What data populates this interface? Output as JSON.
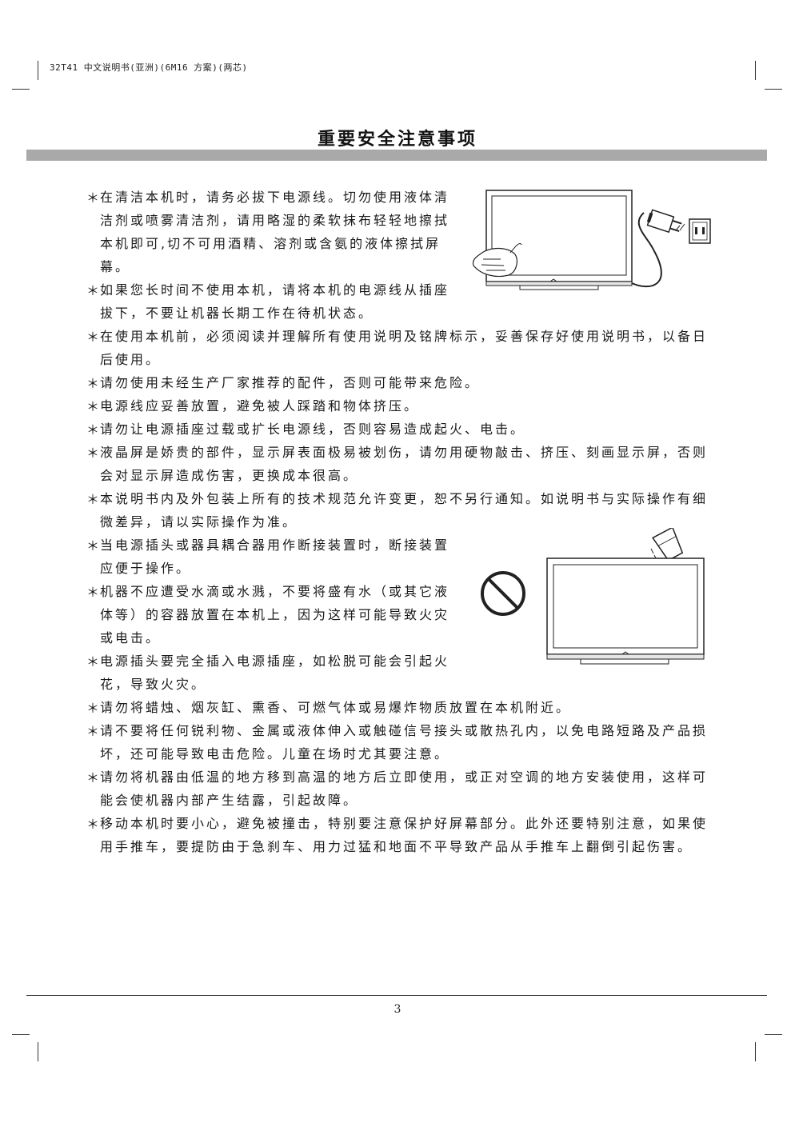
{
  "header": {
    "doc_label": "32T41 中文说明书(亚洲)(6M16 方案)(两芯)"
  },
  "page_title": "重要安全注意事项",
  "bullet": "＊",
  "items": [
    "在清洁本机时，请务必拔下电源线。切勿使用液体清洁剂或喷雾清洁剂，请用略湿的柔软抹布轻轻地擦拭本机即可,切不可用酒精、溶剂或含氨的液体擦拭屏幕。",
    "如果您长时间不使用本机，请将本机的电源线从插座拔下，不要让机器长期工作在待机状态。",
    "在使用本机前，必须阅读并理解所有使用说明及铭牌标示，妥善保存好使用说明书，以备日后使用。",
    "请勿使用未经生产厂家推荐的配件，否则可能带来危险。",
    "电源线应妥善放置，避免被人踩踏和物体挤压。",
    "请勿让电源插座过载或扩长电源线，否则容易造成起火、电击。",
    "液晶屏是娇贵的部件，显示屏表面极易被划伤，请勿用硬物敲击、挤压、刻画显示屏，否则会对显示屏造成伤害，更换成本很高。",
    "本说明书内及外包装上所有的技术规范允许变更，恕不另行通知。如说明书与实际操作有细微差异，请以实际操作为准。",
    "当电源插头或器具耦合器用作断接装置时，断接装置应便于操作。",
    "机器不应遭受水滴或水溅，不要将盛有水（或其它液体等）的容器放置在本机上，因为这样可能导致火灾或电击。",
    "电源插头要完全插入电源插座，如松脱可能会引起火花，导致火灾。",
    "请勿将蜡烛、烟灰缸、熏香、可燃气体或易爆炸物质放置在本机附近。",
    "请不要将任何锐利物、金属或液体伸入或触碰信号接头或散热孔内，以免电路短路及产品损坏，还可能导致电击危险。儿童在场时尤其要注意。",
    "请勿将机器由低温的地方移到高温的地方后立即使用，或正对空调的地方安装使用，这样可能会使机器内部产生结露，引起故障。",
    "移动本机时要小心，避免被撞击，特别要注意保护好屏幕部分。此外还要特别注意，如果使用手推车，要提防由于急刹车、用力过猛和地面不平导致产品从手推车上翻倒引起伤害。"
  ],
  "page_number": "3",
  "illustrations": {
    "top": "tv-cleaning-unplug-icon",
    "middle": "tv-no-liquid-icon"
  }
}
